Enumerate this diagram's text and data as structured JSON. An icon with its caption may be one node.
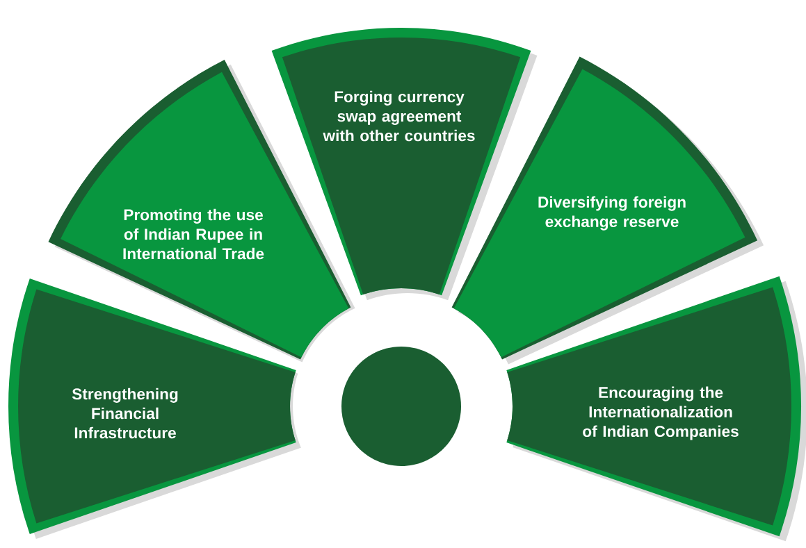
{
  "diagram": {
    "nodes": [
      {
        "text": [
          "Strengthening Financial Infrastructure"
        ]
      },
      {
        "text": [
          "Promoting the use of Indian Rupee in International Trade"
        ]
      },
      {
        "text": [
          "Forging currency swap agreement with other countries"
        ]
      },
      {
        "text": [
          "Diversifying foreign exchange reserve"
        ]
      },
      {
        "text": [
          "Encouraging the Internationalization of Indian Companies"
        ]
      },
      {
        "text": [],
        "shape": "circle"
      }
    ]
  }
}
